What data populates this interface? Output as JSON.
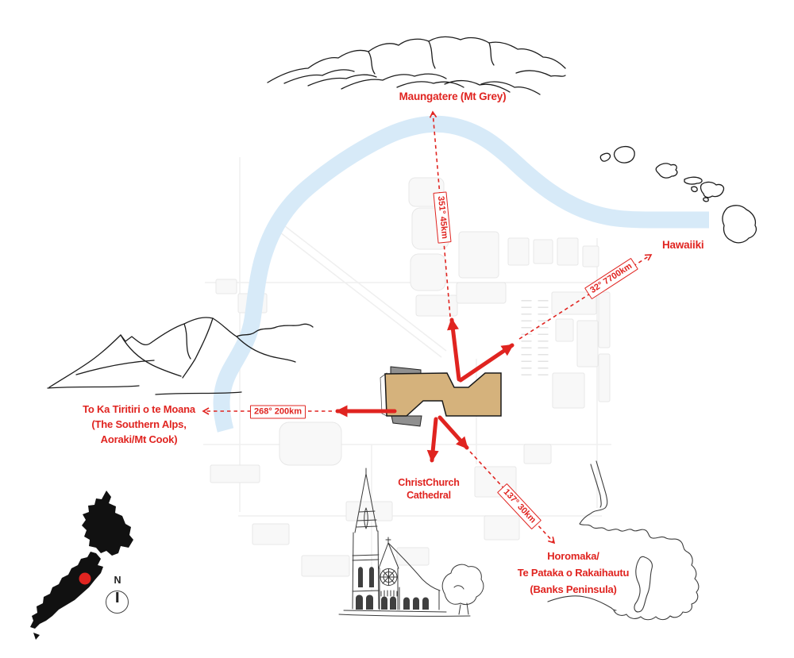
{
  "colors": {
    "accent_red": "#e02420",
    "building_tan": "#d5b27c",
    "river_blue": "#d7eaf8",
    "silhouette_black": "#111111"
  },
  "compass": {
    "north": "N"
  },
  "landmarks": {
    "maungatere": {
      "label": "Maungatere (Mt Grey)",
      "bearing": "351° 45km"
    },
    "hawaiiki": {
      "label": "Hawaiiki",
      "bearing": "32° 7700km"
    },
    "southern_alps": {
      "label_line1": "To Ka Tiritiri o te Moana",
      "label_line2": "(The Southern Alps,",
      "label_line3": "Aoraki/Mt Cook)",
      "bearing": "268° 200km"
    },
    "christchurch_cathedral": {
      "label_line1": "ChristChurch",
      "label_line2": "Cathedral"
    },
    "banks_peninsula": {
      "label_line1": "Horomaka/",
      "label_line2": "Te Pataka o Rakaihautu",
      "label_line3": "(Banks Peninsula)",
      "bearing": "137° 30km"
    }
  }
}
